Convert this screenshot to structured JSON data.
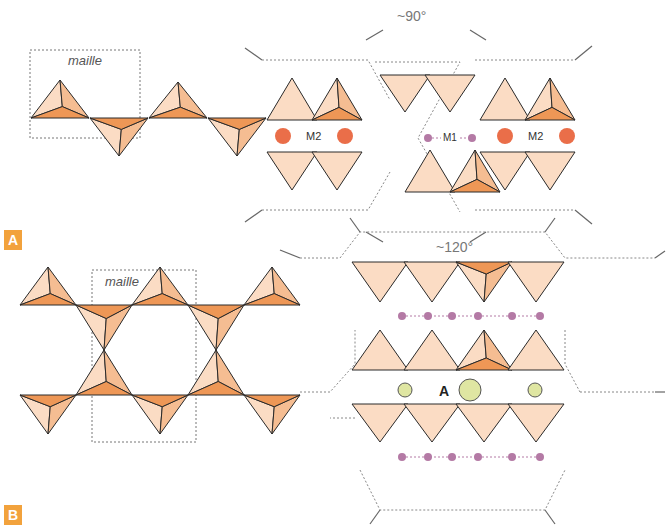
{
  "diagram": {
    "nodes": [
      {
        "text": [
          "A"
        ]
      },
      {
        "text": [
          "B"
        ]
      }
    ],
    "labels": [
      "maille",
      "~90°",
      "M2",
      "M1",
      "M2",
      "maille",
      "~120°",
      "A"
    ]
  }
}
